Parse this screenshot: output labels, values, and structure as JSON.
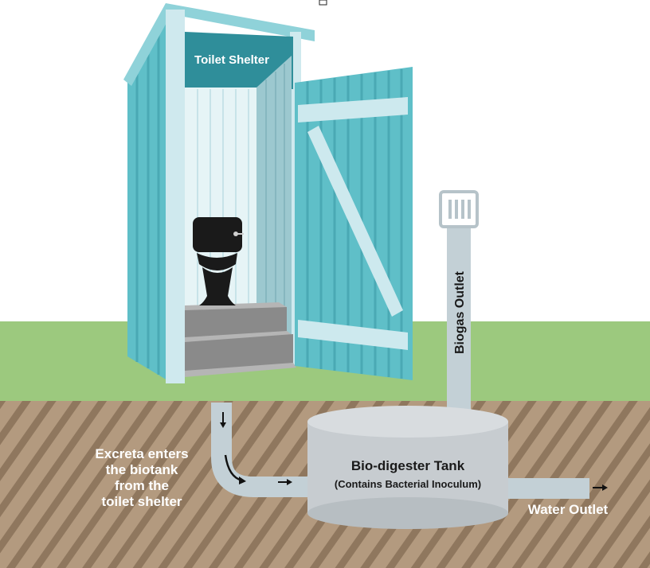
{
  "labels": {
    "toilet_shelter": "Toilet Shelter",
    "biogas_outlet": "Biogas Outlet",
    "tank_title": "Bio-digester Tank",
    "tank_subtitle": "(Contains Bacterial Inoculum)",
    "water_outlet": "Water Outlet",
    "excreta_lines": [
      "Excreta enters",
      "the biotank",
      "from the",
      "toilet shelter"
    ]
  },
  "colors": {
    "sky": "#ffffff",
    "grass": "#9cc97e",
    "soil": "#b39a7f",
    "soil_stripe": "#8a7359",
    "shelter_teal": "#5fbfc8",
    "shelter_dark": "#3a9aa6",
    "shelter_light": "#bfe3e8",
    "pipe": "#c3d0d6",
    "tank": "#c7ccd0",
    "tank_dark": "#9aa2a8",
    "steps": "#9a9a9a",
    "toilet": "#1a1a1a",
    "text_dark": "#1a1a1a",
    "text_light": "#ffffff"
  }
}
